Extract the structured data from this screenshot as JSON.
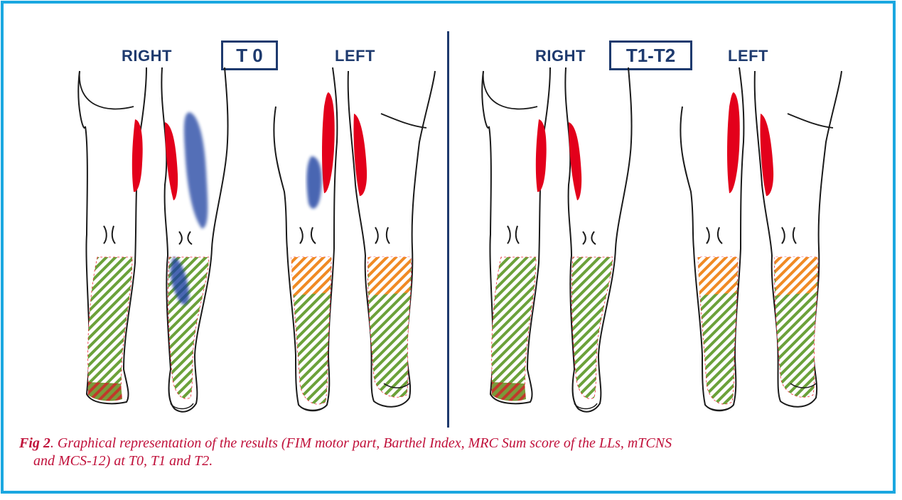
{
  "panels": [
    {
      "box_label": "T 0",
      "right_label": "RIGHT",
      "left_label": "LEFT"
    },
    {
      "box_label": "T1-T2",
      "right_label": "RIGHT",
      "left_label": "LEFT"
    }
  ],
  "colors": {
    "frame": "#1AA7E0",
    "heading": "#1E3A6E",
    "outline": "#1a1a1a",
    "muscle_red": "#E3001B",
    "pain_blue": "#1F3FA0",
    "hatch_green": "#6BA13A",
    "hatch_orange": "#F08A24",
    "hatch_red": "#C0392B",
    "caption": "#C0103A"
  },
  "caption": {
    "fig_label": "Fig 2",
    "text_line1": ". Graphical representation of the results (FIM motor part, Barthel Index, MRC Sum score of the LLs, mTCNS",
    "text_line2": "and MCS-12) at T0, T1 and T2."
  }
}
